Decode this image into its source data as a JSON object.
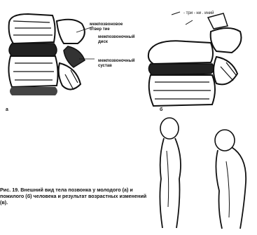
{
  "figure": {
    "panel_a": {
      "letter": "а",
      "label_foramen": [
        "межпозвоновое",
        "отвер тие"
      ],
      "label_disk": [
        "межпозвоночный",
        "диск"
      ],
      "label_joint": [
        "межпозвоночный",
        "сустав"
      ]
    },
    "panel_b": {
      "letter": "б",
      "top_text": "- три - ни . иний"
    },
    "caption": "Рис. 19. Внешний вид тела позвонка у молодого (а) и пожилого (б) человека и результат возрастных изменений (в).",
    "colors": {
      "ink": "#111111",
      "paper": "#ffffff",
      "shade": "#3a3a3a"
    }
  }
}
